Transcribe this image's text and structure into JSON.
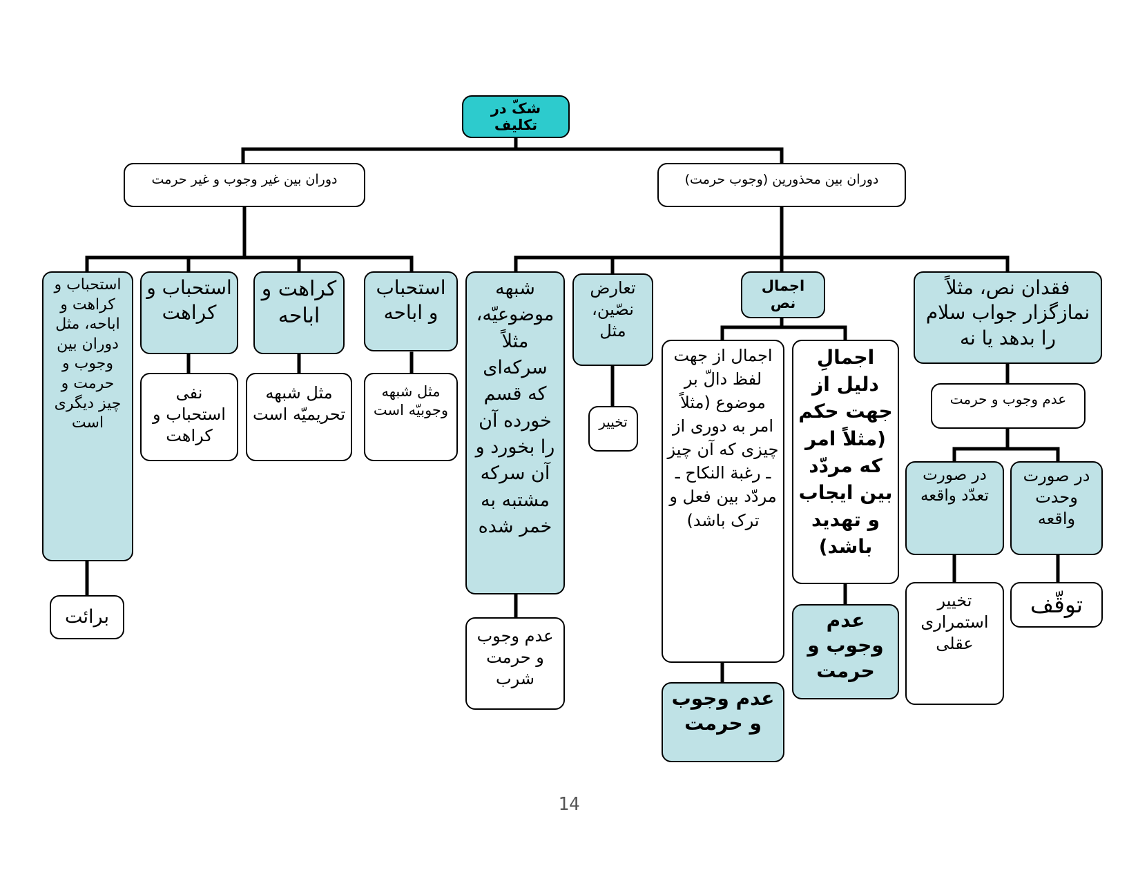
{
  "nodes": {
    "root": "شکّ در تکلیف",
    "dawaran_ghair": "دوران بین غیر وجوب و غیر حرمت",
    "dawaran_mahdhurain": "دوران بین محذورین (وجوب حرمت)",
    "estehbab_karahat_ibaha": "استحباب و کراهت و اباحه، مثل دوران بین وجوب و حرمت و چیز دیگری است",
    "baraat": "برائت",
    "estehbab_karahat": "استحباب و کراهت",
    "nafi_estehbab": "نفی استحباب و کراهت",
    "karahat_ibaha": "کراهت و اباحه",
    "mesl_tahrimiyya": "مثل شبهه تحریمیّه است",
    "estehbab_ibaha": "استحباب و اباحه",
    "mesl_wujubiyya": "مثل شبهه وجوبیّه است",
    "shubha_mawduiyya": "شبهه موضوعیّه، مثلاً سرکه‌ای که قسم خورده آن را بخورد و آن سرکه مشتبه به خمر شده",
    "adam_shurb": "عدم وجوب و حرمت شرب",
    "taarud": "تعارض نصّین، مثل",
    "takhyir_1": "تخییر",
    "ijmal_nass": "اجمال نص",
    "ijmal_dalil": "اجمالِ دلیل از جهت حکم (مثلاً امر که مردّد بین ایجاب و تهدید باشد)",
    "adam_wujub_a": "عدم وجوب و حرمت",
    "ijmal_lafz": "اجمال از جهت لفظ دالّ بر موضوع (مثلاً امر به دوری از چیزی که آن چیز ـ رغبة النکاح ـ مردّد بین فعل و ترک باشد)",
    "adam_wujub_b": "عدم وجوب و حرمت",
    "fiqdan": "فقدان نص، مثلاً نمازگزار جواب سلام را بدهد یا نه",
    "adam_wujub_c": "عدم وجوب و حرمت",
    "taaddud": "در صورت تعدّد واقعه",
    "takhyir_2": "تخییر استمراری عقلی",
    "wahdat": "در صورت وحدت واقعه",
    "tawaqquf": "توقّف"
  },
  "page_number": "14",
  "colors": {
    "root_fill": "#2dcbcd",
    "teal_fill": "#bfe2e6",
    "plain_fill": "#ffffff",
    "line": "#000000"
  }
}
